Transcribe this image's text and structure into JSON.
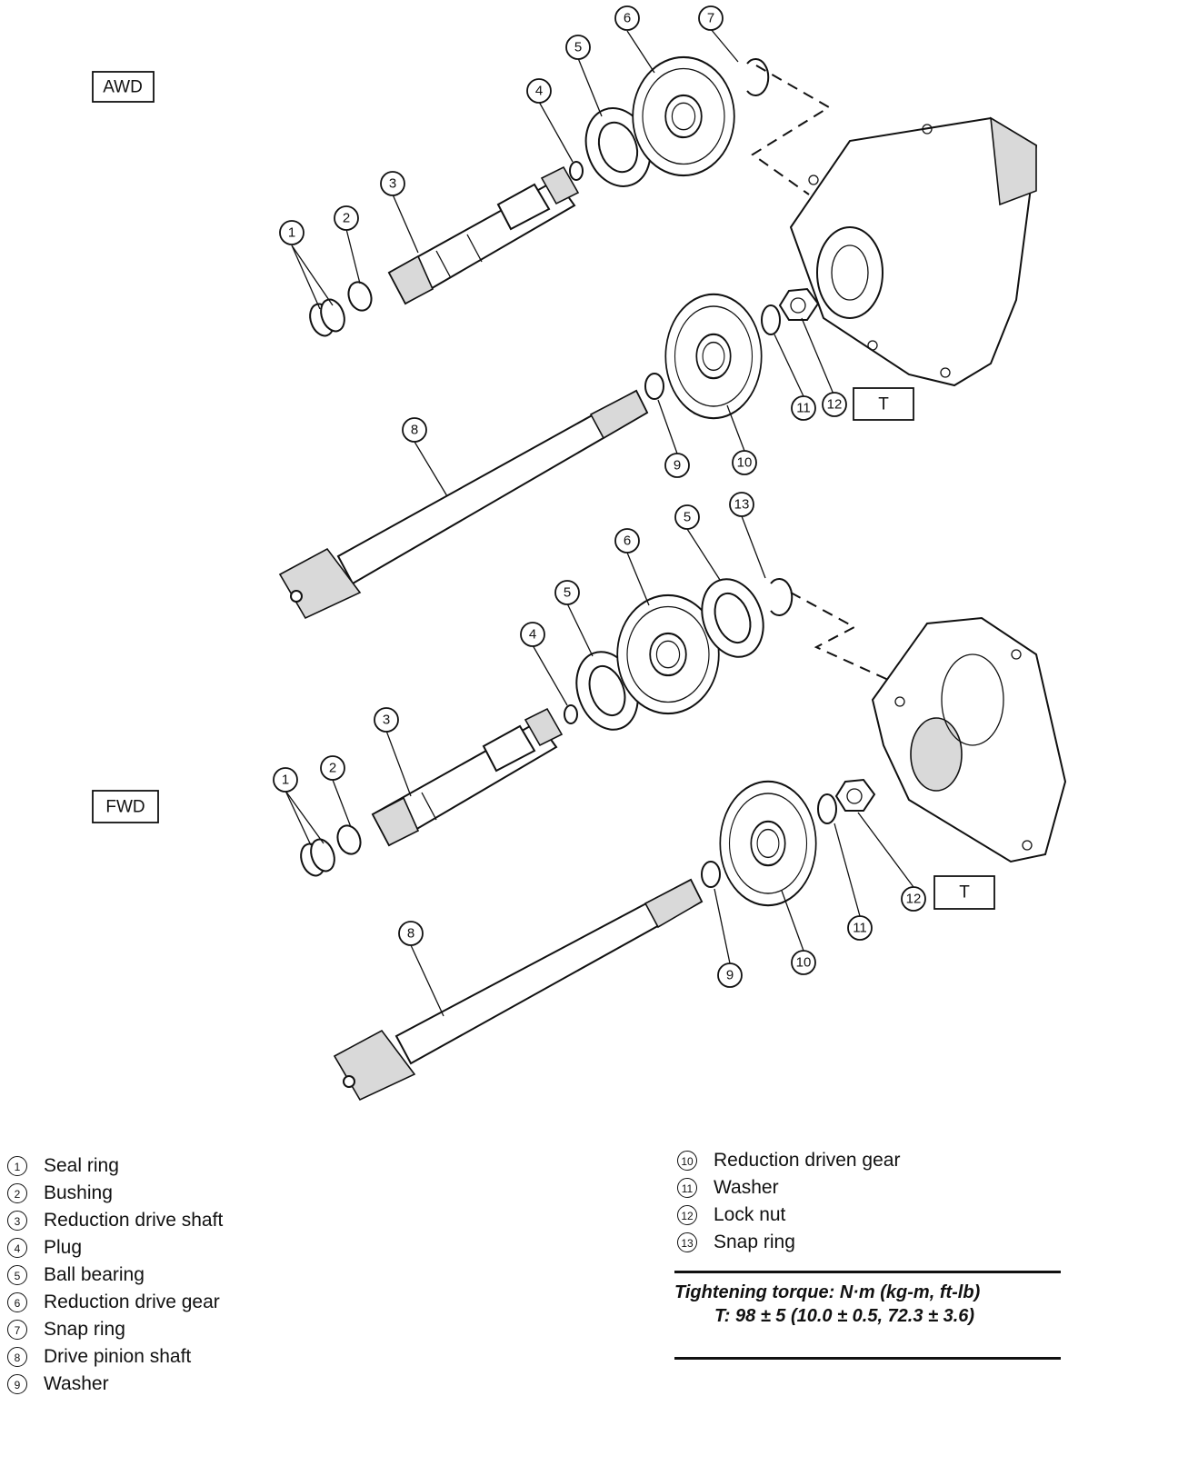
{
  "section_labels": {
    "awd": "AWD",
    "fwd": "FWD"
  },
  "torque_box_label": "T",
  "callout_numbers": [
    "1",
    "2",
    "3",
    "4",
    "5",
    "6",
    "7",
    "8",
    "9",
    "10",
    "11",
    "12",
    "13"
  ],
  "legend": {
    "left": [
      {
        "num": "1",
        "text": "Seal ring"
      },
      {
        "num": "2",
        "text": "Bushing"
      },
      {
        "num": "3",
        "text": "Reduction drive shaft"
      },
      {
        "num": "4",
        "text": "Plug"
      },
      {
        "num": "5",
        "text": "Ball bearing"
      },
      {
        "num": "6",
        "text": "Reduction drive gear"
      },
      {
        "num": "7",
        "text": "Snap ring"
      },
      {
        "num": "8",
        "text": "Drive pinion shaft"
      },
      {
        "num": "9",
        "text": "Washer"
      }
    ],
    "right": [
      {
        "num": "10",
        "text": "Reduction driven gear"
      },
      {
        "num": "11",
        "text": "Washer"
      },
      {
        "num": "12",
        "text": "Lock nut"
      },
      {
        "num": "13",
        "text": "Snap ring"
      }
    ]
  },
  "torque_spec": {
    "heading": "Tightening torque: N·m (kg-m, ft-lb)",
    "value": "T: 98 ± 5 (10.0 ± 0.5, 72.3 ± 3.6)"
  }
}
